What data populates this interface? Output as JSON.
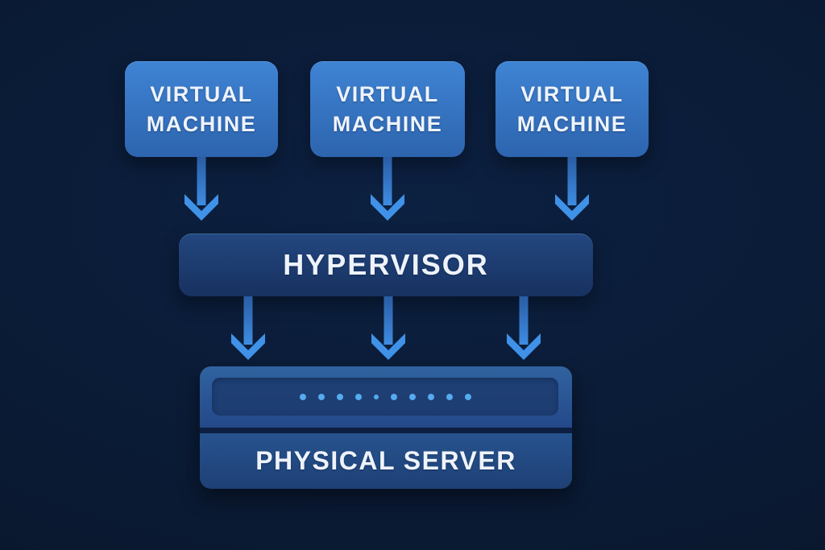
{
  "diagram": {
    "vm_boxes": [
      {
        "label_line1": "VIRTUAL",
        "label_line2": "MACHINE"
      },
      {
        "label_line1": "VIRTUAL",
        "label_line2": "MACHINE"
      },
      {
        "label_line1": "VIRTUAL",
        "label_line2": "MACHINE"
      }
    ],
    "hypervisor": {
      "label": "HYPERVISOR"
    },
    "physical_server": {
      "label": "PHYSICAL SERVER",
      "led_count": 10
    },
    "arrows": {
      "vm_to_hypervisor": 3,
      "hypervisor_to_server": 3
    }
  },
  "colors": {
    "background": "#0a1a33",
    "vm_box_top": "#3f84d4",
    "vm_box_bottom": "#2d64ae",
    "hypervisor_top": "#22477f",
    "hypervisor_bottom": "#183160",
    "server_top_section": "#30639f",
    "server_bottom_section": "#27538f",
    "server_led_panel": "#1e4076",
    "server_divider": "#0c1f40",
    "led": "#55aaf0",
    "arrow_head": "#3f92e8",
    "arrow_stem_top": "#2a5da4",
    "arrow_stem_bottom": "#3e8ce2",
    "text": "#eef3fb"
  }
}
